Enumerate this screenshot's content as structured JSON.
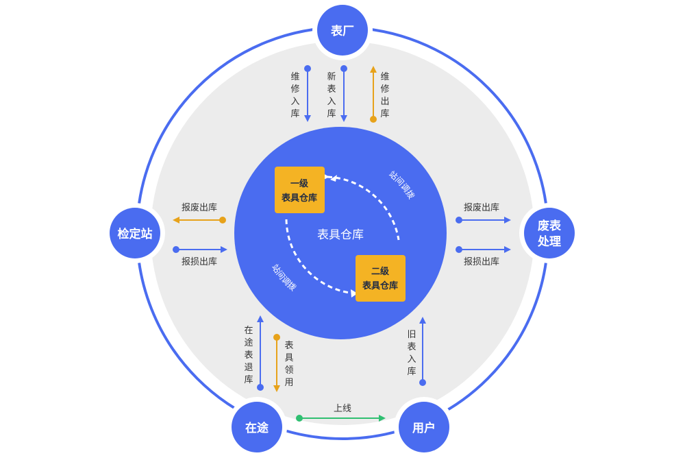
{
  "colors": {
    "blue": "#4a6cf0",
    "dark_blue": "#3d5ce6",
    "orange": "#e7a21a",
    "green": "#2fbf71",
    "light_gray": "#ececec",
    "square": "#f4b324"
  },
  "center": {
    "label": "表具仓库"
  },
  "warehouses": {
    "level1": {
      "line1": "一级",
      "line2": "表具仓库"
    },
    "level2": {
      "line1": "二级",
      "line2": "表具仓库"
    }
  },
  "transfer_label": "站间调拨",
  "nodes": {
    "factory": "表厂",
    "inspection": "检定站",
    "scrap_line1": "废表",
    "scrap_line2": "处理",
    "transit": "在途",
    "user": "用户"
  },
  "flows": {
    "repair_in": "维修入库",
    "new_in": "新表入库",
    "repair_out": "维修出库",
    "scrap_out_left": "报废出库",
    "damage_out_left": "报损出库",
    "scrap_out_right": "报废出库",
    "damage_out_right": "报损出库",
    "transit_return": "在途表退库",
    "meter_issue": "表具领用",
    "old_in": "旧表入库",
    "online": "上线"
  }
}
